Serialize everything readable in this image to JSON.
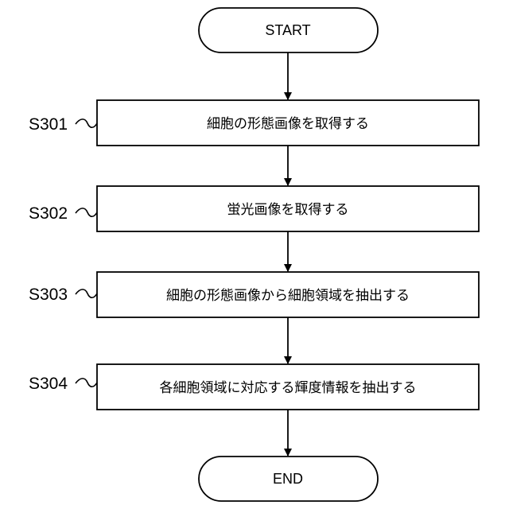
{
  "start": {
    "label": "START"
  },
  "end": {
    "label": "END"
  },
  "steps": [
    {
      "id": "S301",
      "text": "細胞の形態画像を取得する"
    },
    {
      "id": "S302",
      "text": "蛍光画像を取得する"
    },
    {
      "id": "S303",
      "text": "細胞の形態画像から細胞領域を抽出する"
    },
    {
      "id": "S304",
      "text": "各細胞領域に対応する輝度情報を抽出する"
    }
  ]
}
